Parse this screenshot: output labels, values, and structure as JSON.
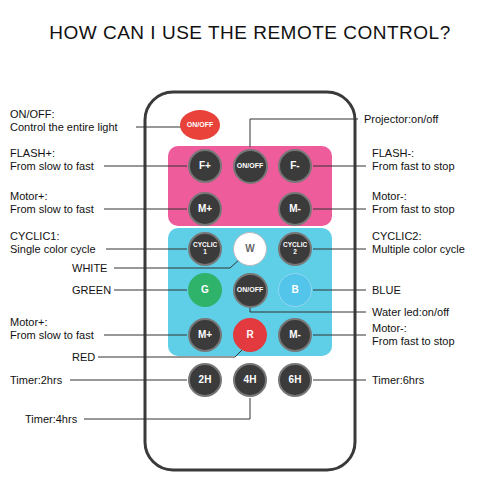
{
  "diagram": {
    "title": "HOW CAN I USE THE REMOTE CONTROL?",
    "nodes": [
      {
        "text": [
          "ON/OFF"
        ]
      },
      {
        "text": [
          "F+"
        ]
      },
      {
        "text": [
          "ON/OFF"
        ]
      },
      {
        "text": [
          "F-"
        ]
      },
      {
        "text": [
          "M+"
        ]
      },
      {
        "text": [
          "M-"
        ]
      },
      {
        "text": [
          "CYCLIC 1"
        ]
      },
      {
        "text": [
          "W"
        ]
      },
      {
        "text": [
          "CYCLIC 2"
        ]
      },
      {
        "text": [
          "G"
        ]
      },
      {
        "text": [
          "ON/OFF"
        ]
      },
      {
        "text": [
          "B"
        ]
      },
      {
        "text": [
          "M+"
        ]
      },
      {
        "text": [
          "R"
        ]
      },
      {
        "text": [
          "M-"
        ]
      },
      {
        "text": [
          "2H"
        ]
      },
      {
        "text": [
          "4H"
        ]
      },
      {
        "text": [
          "6H"
        ]
      }
    ],
    "labels": [
      "ON/OFF:",
      "Control the entire light",
      "FLASH+:",
      "From slow to fast",
      "Motor+:",
      "From slow to fast",
      "CYCLIC1:",
      "Single color cycle",
      "WHITE",
      "GREEN",
      "Motor+:",
      "From slow to fast",
      "RED",
      "Timer:2hrs",
      "Timer:4hrs",
      "Projector:on/off",
      "FLASH-:",
      "From fast to stop",
      "Motor-:",
      "From fast to stop",
      "CYCLIC2:",
      "Multiple color cycle",
      "BLUE",
      "Water led:on/off",
      "Motor-:",
      "From fast to stop",
      "Timer:6hrs"
    ]
  }
}
